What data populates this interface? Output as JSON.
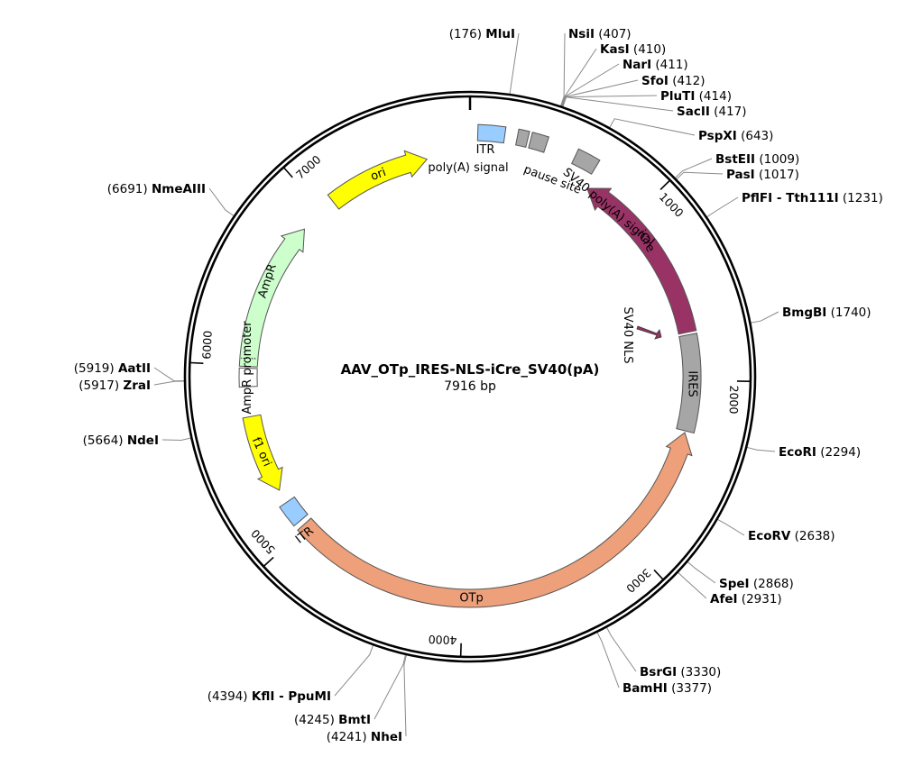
{
  "plasmid": {
    "name": "AAV_OTp_IRES-NLS-iCre_SV40(pA)",
    "size_label": "7916 bp",
    "length": 7916
  },
  "colors": {
    "ori": "#ffff00",
    "ampr": "#ccffcc",
    "promoter": "#ffffff",
    "itr": "#99ccff",
    "polyA": "#a6a6a6",
    "icre": "#993366",
    "otp": "#eda07a",
    "ires": "#a6a6a6",
    "nls": "#993366"
  },
  "ticks": [
    {
      "pos": 0,
      "label": ""
    },
    {
      "pos": 1000,
      "label": "1000"
    },
    {
      "pos": 2000,
      "label": "2000"
    },
    {
      "pos": 3000,
      "label": "3000"
    },
    {
      "pos": 4000,
      "label": "4000"
    },
    {
      "pos": 5000,
      "label": "5000"
    },
    {
      "pos": 6000,
      "label": "6000"
    },
    {
      "pos": 7000,
      "label": "7000"
    }
  ],
  "features": [
    {
      "key": "itr-top",
      "name": "ITR",
      "start": 40,
      "end": 180,
      "dir": 0,
      "color": "itr",
      "ring": "outer"
    },
    {
      "key": "polya-signal",
      "name": "poly(A) signal",
      "start": 245,
      "end": 300,
      "dir": 0,
      "color": "polyA",
      "ring": "outer"
    },
    {
      "key": "pause-site",
      "name": "pause site",
      "start": 315,
      "end": 400,
      "dir": 0,
      "color": "polyA",
      "ring": "outer"
    },
    {
      "key": "sv40-polya",
      "name": "SV40 poly(A) signal",
      "start": 560,
      "end": 680,
      "dir": 0,
      "color": "polyA",
      "ring": "outer"
    },
    {
      "key": "icre",
      "name": "iCre",
      "start": 700,
      "end": 1725,
      "dir": -1,
      "color": "icre",
      "ring": "inner"
    },
    {
      "key": "ires",
      "name": "IRES",
      "start": 1740,
      "end": 2290,
      "dir": 0,
      "color": "ires",
      "ring": "inner"
    },
    {
      "key": "otp",
      "name": "OTp",
      "start": 2300,
      "end": 5020,
      "dir": -1,
      "color": "otp",
      "ring": "inner"
    },
    {
      "key": "itr-bottom",
      "name": "ITR",
      "start": 5050,
      "end": 5180,
      "dir": 0,
      "color": "itr",
      "ring": "inner"
    },
    {
      "key": "f1-ori",
      "name": "f1 ori",
      "start": 5260,
      "end": 5710,
      "dir": -1,
      "color": "ori",
      "ring": "inner"
    },
    {
      "key": "ampr-promoter",
      "name": "AmpR promoter",
      "start": 5880,
      "end": 5985,
      "dir": 0,
      "color": "promoter",
      "ring": "inner"
    },
    {
      "key": "ampr",
      "name": "AmpR",
      "start": 5995,
      "end": 6855,
      "dir": 1,
      "color": "ampr",
      "ring": "inner"
    },
    {
      "key": "ori",
      "name": "ori",
      "start": 7080,
      "end": 7670,
      "dir": 1,
      "color": "ori",
      "ring": "inner"
    },
    {
      "key": "sv40-nls",
      "name": "SV40 NLS",
      "start": 0,
      "end": 0,
      "dir": 0,
      "color": "nls",
      "ring": "center"
    }
  ],
  "feature_labels": {
    "itr_top": "ITR",
    "polya_signal": "poly(A) signal",
    "pause_site": "pause site",
    "sv40_polya": "SV40 poly(A) signal",
    "icre": "iCre",
    "ires": "IRES",
    "otp": "OTp",
    "itr_bottom": "ITR",
    "f1_ori": "f1 ori",
    "ampr_promoter": "AmpR promoter",
    "ampr": "AmpR",
    "ori": "ori",
    "sv40_nls": "SV40 NLS"
  },
  "sites": [
    {
      "name": "MluI",
      "pos": 176,
      "pos_label": "(176)",
      "side": "left"
    },
    {
      "name": "NsiI",
      "pos": 407,
      "pos_label": "(407)",
      "side": "right"
    },
    {
      "name": "KasI",
      "pos": 410,
      "pos_label": "(410)",
      "side": "right"
    },
    {
      "name": "NarI",
      "pos": 411,
      "pos_label": "(411)",
      "side": "right"
    },
    {
      "name": "SfoI",
      "pos": 412,
      "pos_label": "(412)",
      "side": "right"
    },
    {
      "name": "PluTI",
      "pos": 414,
      "pos_label": "(414)",
      "side": "right"
    },
    {
      "name": "SacII",
      "pos": 417,
      "pos_label": "(417)",
      "side": "right"
    },
    {
      "name": "PspXI",
      "pos": 643,
      "pos_label": "(643)",
      "side": "right"
    },
    {
      "name": "BstEII",
      "pos": 1009,
      "pos_label": "(1009)",
      "side": "right"
    },
    {
      "name": "PasI",
      "pos": 1017,
      "pos_label": "(1017)",
      "side": "right"
    },
    {
      "name": "PflFI - Tth111I",
      "pos": 1231,
      "pos_label": "(1231)",
      "side": "right"
    },
    {
      "name": "BmgBI",
      "pos": 1740,
      "pos_label": "(1740)",
      "side": "right"
    },
    {
      "name": "EcoRI",
      "pos": 2294,
      "pos_label": "(2294)",
      "side": "right"
    },
    {
      "name": "EcoRV",
      "pos": 2638,
      "pos_label": "(2638)",
      "side": "right"
    },
    {
      "name": "SpeI",
      "pos": 2868,
      "pos_label": "(2868)",
      "side": "right"
    },
    {
      "name": "AfeI",
      "pos": 2931,
      "pos_label": "(2931)",
      "side": "right"
    },
    {
      "name": "BsrGI",
      "pos": 3330,
      "pos_label": "(3330)",
      "side": "right"
    },
    {
      "name": "BamHI",
      "pos": 3377,
      "pos_label": "(3377)",
      "side": "right"
    },
    {
      "name": "NheI",
      "pos": 4241,
      "pos_label": "(4241)",
      "side": "left"
    },
    {
      "name": "BmtI",
      "pos": 4245,
      "pos_label": "(4245)",
      "side": "left"
    },
    {
      "name": "KflI - PpuMI",
      "pos": 4394,
      "pos_label": "(4394)",
      "side": "left"
    },
    {
      "name": "NdeI",
      "pos": 5664,
      "pos_label": "(5664)",
      "side": "left"
    },
    {
      "name": "ZraI",
      "pos": 5917,
      "pos_label": "(5917)",
      "side": "left"
    },
    {
      "name": "AatII",
      "pos": 5919,
      "pos_label": "(5919)",
      "side": "left"
    },
    {
      "name": "NmeAIII",
      "pos": 6691,
      "pos_label": "(6691)",
      "side": "left"
    }
  ]
}
